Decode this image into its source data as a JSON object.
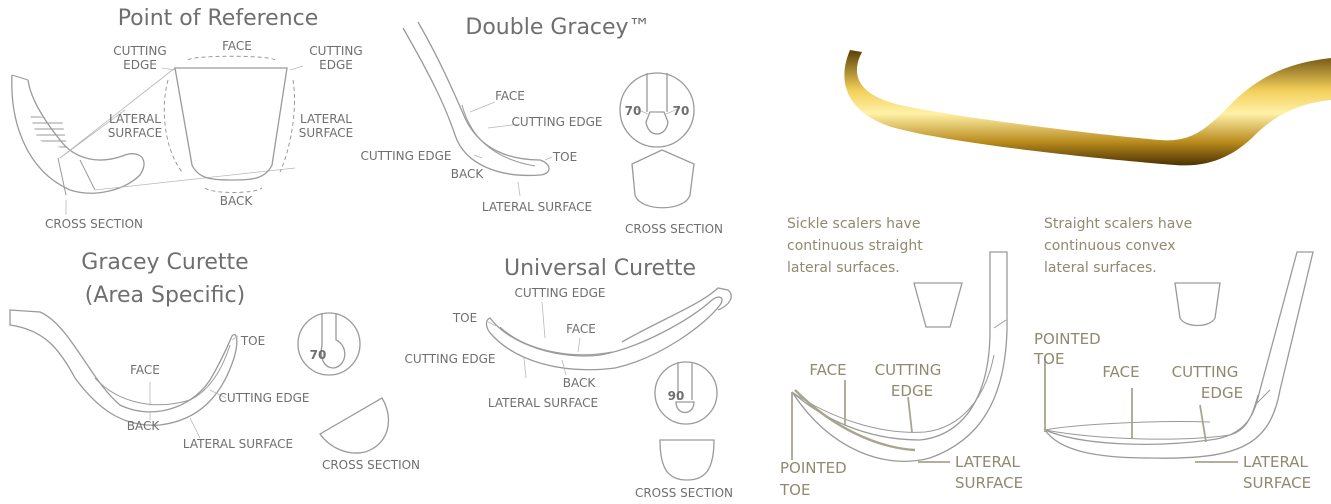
{
  "diagrams": {
    "point_of_reference": {
      "title": "Point of Reference",
      "cutting_edge_left": [
        "CUTTING",
        "EDGE"
      ],
      "face": "FACE",
      "cutting_edge_right": [
        "CUTTING",
        "EDGE"
      ],
      "lateral_surface_left": [
        "LATERAL",
        "SURFACE"
      ],
      "lateral_surface_right": [
        "LATERAL",
        "SURFACE"
      ],
      "back": "BACK",
      "cross_section": "CROSS SECTION"
    },
    "double_gracey": {
      "title": "Double Gracey™",
      "face": "FACE",
      "cutting_edge_1": "CUTTING EDGE",
      "cutting_edge_2": "CUTTING EDGE",
      "toe": "TOE",
      "back": "BACK",
      "lateral_surface": "LATERAL SURFACE",
      "angle_left": "70",
      "angle_right": "70",
      "cross_section": "CROSS SECTION"
    },
    "gracey_curette": {
      "title_line1": "Gracey Curette",
      "title_line2": "(Area Specific)",
      "toe": "TOE",
      "face": "FACE",
      "cutting_edge": "CUTTING EDGE",
      "back": "BACK",
      "lateral_surface": "LATERAL SURFACE",
      "angle": "70",
      "cross_section": "CROSS SECTION"
    },
    "universal_curette": {
      "title": "Universal Curette",
      "cutting_edge_top": "CUTTING EDGE",
      "toe": "TOE",
      "face": "FACE",
      "cutting_edge_left": "CUTTING EDGE",
      "back": "BACK",
      "lateral_surface": "LATERAL SURFACE",
      "angle": "90",
      "cross_section": "CROSS SECTION"
    },
    "sickle_scaler": {
      "note": [
        "Sickle scalers have",
        "continuous straight",
        "lateral surfaces."
      ],
      "face": "FACE",
      "cutting_edge": [
        "CUTTING",
        "EDGE"
      ],
      "pointed_toe": [
        "POINTED",
        "TOE"
      ],
      "lateral_surface": [
        "LATERAL",
        "SURFACE"
      ]
    },
    "straight_scaler": {
      "note": [
        "Straight scalers have",
        "continuous convex",
        "lateral surfaces."
      ],
      "pointed_toe": [
        "POINTED",
        "TOE"
      ],
      "face": "FACE",
      "cutting_edge": [
        "CUTTING",
        "EDGE"
      ],
      "lateral_surface": [
        "LATERAL",
        "SURFACE"
      ]
    }
  },
  "colors": {
    "text_gray": "#6f6f6f",
    "note_olive": "#8f8a70",
    "gold_instrument": "#c9a227"
  }
}
